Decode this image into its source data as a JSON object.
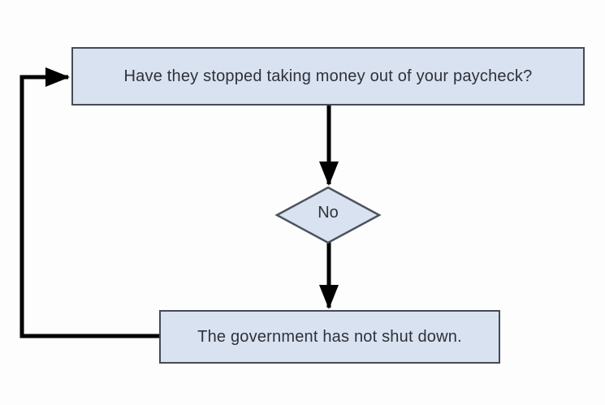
{
  "flowchart": {
    "question": "Have they stopped taking money out of your paycheck?",
    "decision": "No",
    "result": "The government has not shut down.",
    "colors": {
      "node_fill": "#d8e2f0",
      "node_border": "#454b54",
      "arrow": "#000000",
      "text": "#2f313a",
      "background": "#fdfdfe"
    },
    "connectors": [
      "question-to-decision",
      "decision-to-result",
      "result-loop-back-to-question"
    ]
  }
}
